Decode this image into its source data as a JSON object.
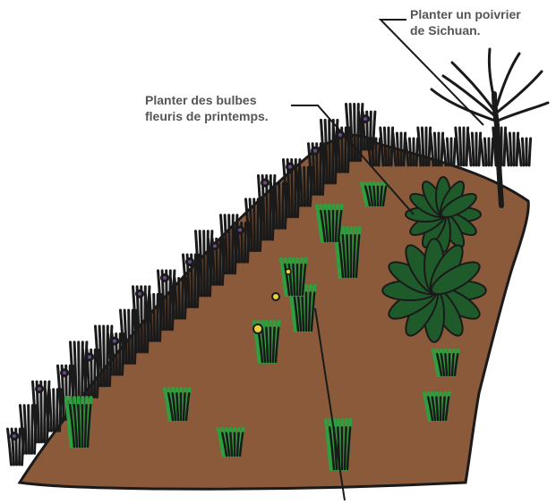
{
  "annotations": {
    "pepper_tree": {
      "line1": "Planter un poivrier",
      "line2": "de Sichuan."
    },
    "spring_bulbs": {
      "line1": "Planter des bulbes",
      "line2": "fleuris de printemps."
    }
  },
  "colors": {
    "soil": "#8a5a3b",
    "ink": "#1a1a1a",
    "leaf_green": "#2e9e3e",
    "dark_green": "#1f5a2a",
    "flower_purple": "#6b4a8c",
    "flower_yellow": "#e8d23a",
    "label_text": "#555555"
  },
  "icons": [
    "pepper-tree-icon",
    "rosette-plant-icon",
    "grass-tuft-icon",
    "bulb-flower-icon"
  ]
}
